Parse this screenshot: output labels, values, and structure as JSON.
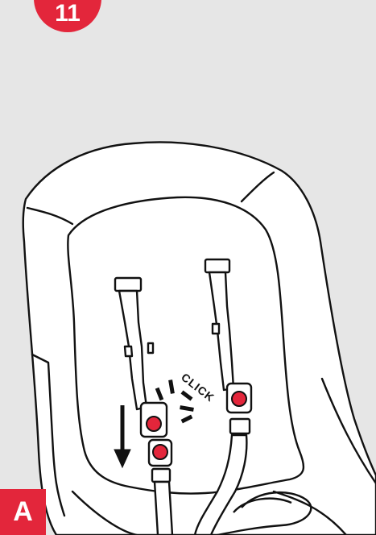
{
  "step": {
    "number": "11"
  },
  "panel": {
    "label": "A"
  },
  "illustration": {
    "click_text": "CLICK",
    "colors": {
      "accent": "#e3263b",
      "background": "#e6e6e6",
      "line": "#111111",
      "fill": "#ffffff"
    }
  }
}
